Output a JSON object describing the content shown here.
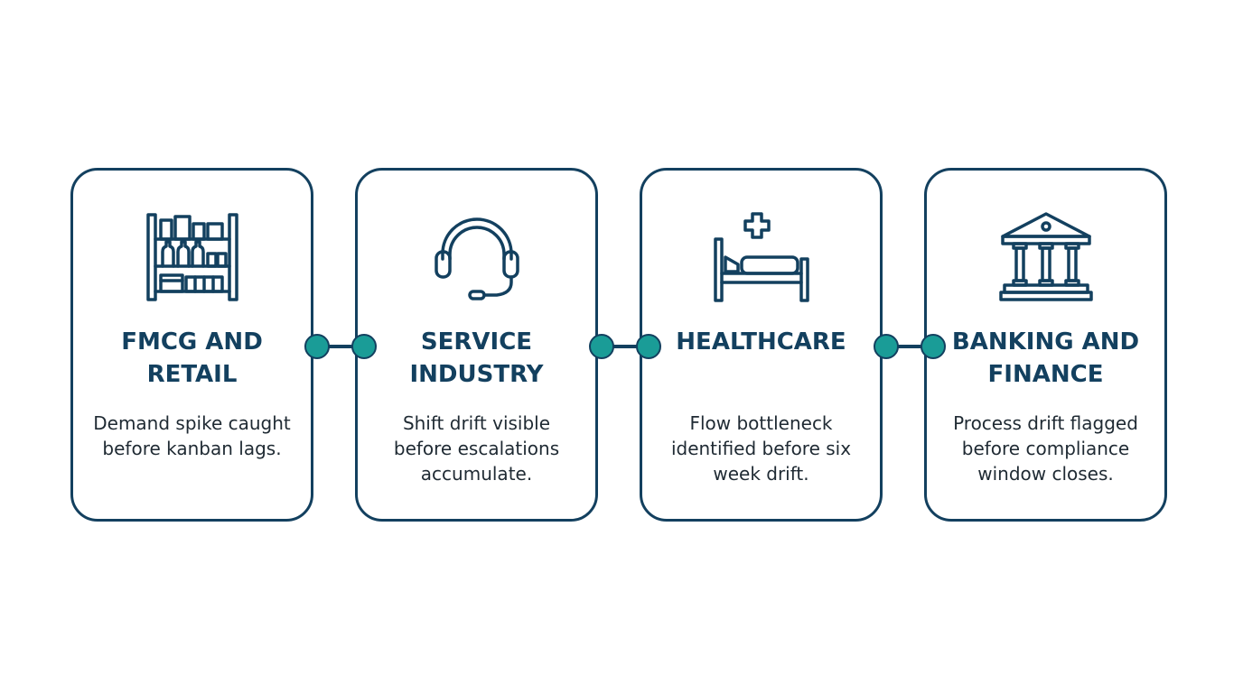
{
  "colors": {
    "navy": "#13405f",
    "teal": "#1a9c97",
    "text": "#1f2a33"
  },
  "cards": [
    {
      "icon": "retail-shelf-icon",
      "title": "FMCG AND\nRETAIL",
      "description": "Demand spike caught\nbefore kanban lags."
    },
    {
      "icon": "headset-icon",
      "title": "SERVICE\nINDUSTRY",
      "description": "Shift drift visible\nbefore escalations\naccumulate."
    },
    {
      "icon": "hospital-bed-icon",
      "title": "HEALTHCARE",
      "description": "Flow bottleneck\nidentified before six\nweek drift."
    },
    {
      "icon": "bank-building-icon",
      "title": "BANKING AND\nFINANCE",
      "description": "Process drift flagged\nbefore compliance\nwindow closes."
    }
  ]
}
